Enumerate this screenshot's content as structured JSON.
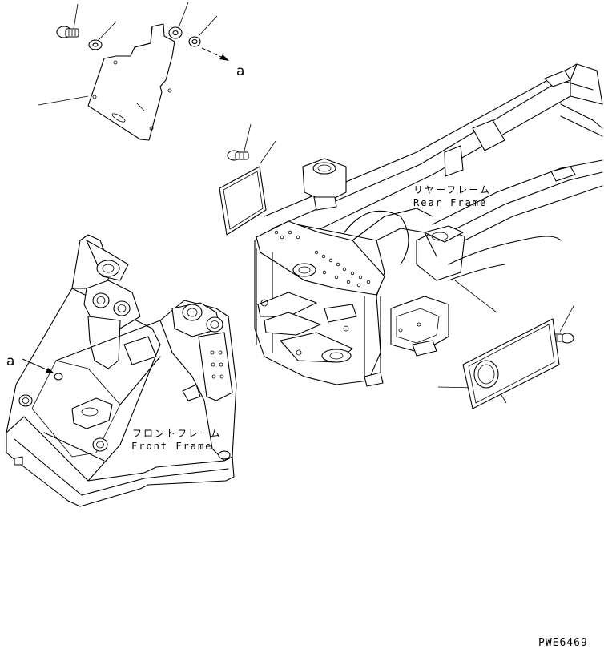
{
  "labels": {
    "rear_frame_jp": "リヤーフレーム",
    "rear_frame_en": "Rear Frame",
    "front_frame_jp": "フロントフレーム",
    "front_frame_en": "Front Frame",
    "ref_a_top": "a",
    "ref_a_left": "a",
    "drawing_code": "PWE6469"
  }
}
